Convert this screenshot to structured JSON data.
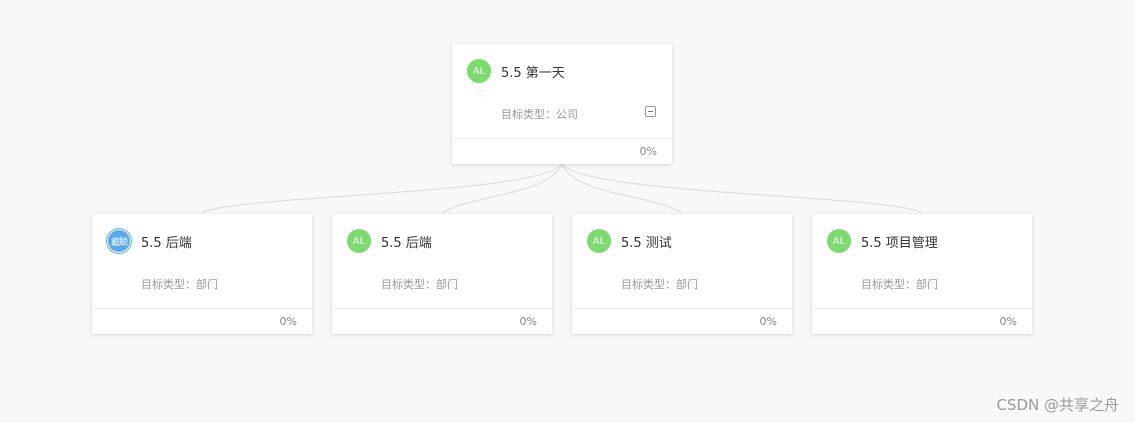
{
  "root": {
    "avatar": "AL",
    "avatar_color": "#7bdc6e",
    "title": "5.5 第一天",
    "meta": "目标类型：公司",
    "progress": "0%",
    "collapse_icon": "minus-square-icon"
  },
  "children": [
    {
      "avatar": "戴聪",
      "avatar_color": "#5aa8ee",
      "title": "5.5 后端",
      "meta": "目标类型：部门",
      "progress": "0%"
    },
    {
      "avatar": "AL",
      "avatar_color": "#7bdc6e",
      "title": "5.5 后端",
      "meta": "目标类型：部门",
      "progress": "0%"
    },
    {
      "avatar": "AL",
      "avatar_color": "#7bdc6e",
      "title": "5.5 测试",
      "meta": "目标类型：部门",
      "progress": "0%"
    },
    {
      "avatar": "AL",
      "avatar_color": "#7bdc6e",
      "title": "5.5 项目管理",
      "meta": "目标类型：部门",
      "progress": "0%"
    }
  ],
  "watermark": "CSDN @共享之舟"
}
